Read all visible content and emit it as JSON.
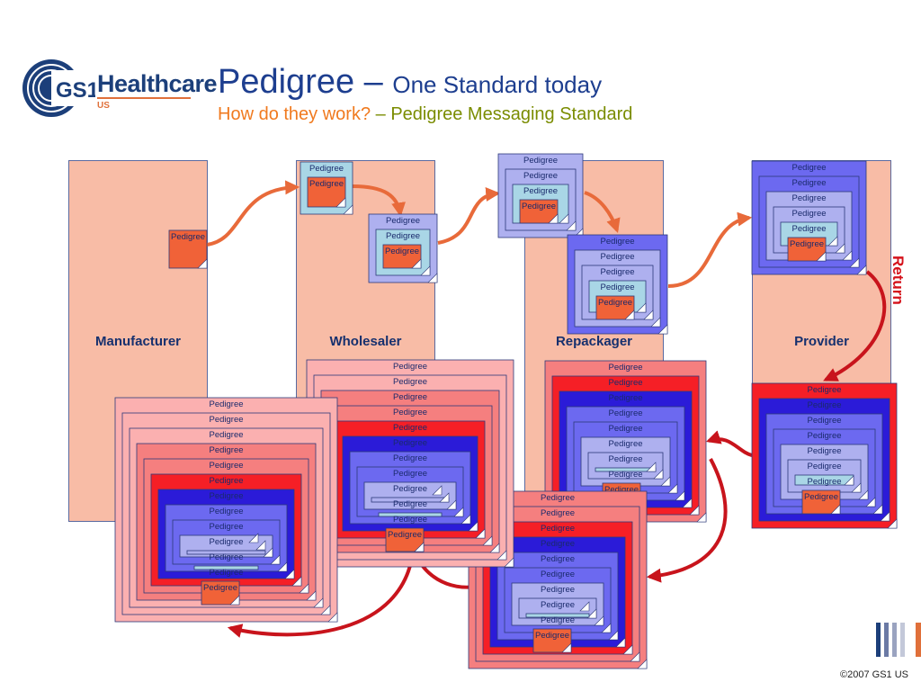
{
  "logo": {
    "brand": "GS1",
    "name": "Healthcare",
    "region": "US"
  },
  "title": {
    "main": "Pedigree –",
    "sub": "One Standard today"
  },
  "subtitle": {
    "question": "How do they work?",
    "standard": "– Pedigree Messaging Standard"
  },
  "columns": [
    {
      "label": "Manufacturer"
    },
    {
      "label": "Wholesaler"
    },
    {
      "label": "Repackager"
    },
    {
      "label": "Provider"
    }
  ],
  "return_label": "Return",
  "pedigree_label": "Pedigree",
  "colors": {
    "column_fill": "#f8bca6",
    "core": "#f06238",
    "light_blue": "#a9d6e6",
    "lavender": "#aeb0ef",
    "blue": "#6c69f0",
    "dark_blue": "#2b1bd8",
    "red": "#f51f26",
    "salmon": "#f57f7f",
    "pink": "#fbb0b0",
    "forward_arrow": "#e86a3a",
    "return_arrow": "#c8141c"
  },
  "stacks": [
    {
      "name": "manufacturer-pedigree",
      "colors": []
    },
    {
      "name": "wholesaler-incoming",
      "colors": [
        "light_blue"
      ]
    },
    {
      "name": "wholesaler-outgoing",
      "colors": [
        "lavender",
        "light_blue"
      ]
    },
    {
      "name": "repackager-incoming",
      "colors": [
        "lavender",
        "lavender",
        "light_blue"
      ]
    },
    {
      "name": "repackager-outgoing",
      "colors": [
        "blue",
        "lavender",
        "lavender",
        "light_blue"
      ]
    },
    {
      "name": "provider-incoming",
      "colors": [
        "blue",
        "blue",
        "lavender",
        "lavender",
        "light_blue"
      ]
    },
    {
      "name": "provider-return",
      "colors": [
        "red",
        "dark_blue",
        "blue",
        "blue",
        "lavender",
        "lavender",
        "light_blue"
      ]
    },
    {
      "name": "repackager-return",
      "colors": [
        "salmon",
        "red",
        "dark_blue",
        "blue",
        "blue",
        "lavender",
        "lavender",
        "light_blue"
      ]
    },
    {
      "name": "repackager-return-out",
      "colors": [
        "salmon",
        "salmon",
        "red",
        "dark_blue",
        "blue",
        "blue",
        "lavender",
        "lavender",
        "light_blue"
      ]
    },
    {
      "name": "wholesaler-return",
      "colors": [
        "pink",
        "pink",
        "salmon",
        "salmon",
        "red",
        "dark_blue",
        "blue",
        "blue",
        "lavender",
        "lavender",
        "light_blue"
      ]
    },
    {
      "name": "manufacturer-return",
      "colors": [
        "pink",
        "pink",
        "pink",
        "salmon",
        "salmon",
        "red",
        "dark_blue",
        "blue",
        "blue",
        "lavender",
        "lavender",
        "light_blue"
      ]
    }
  ],
  "copyright": "©2007 GS1 US"
}
